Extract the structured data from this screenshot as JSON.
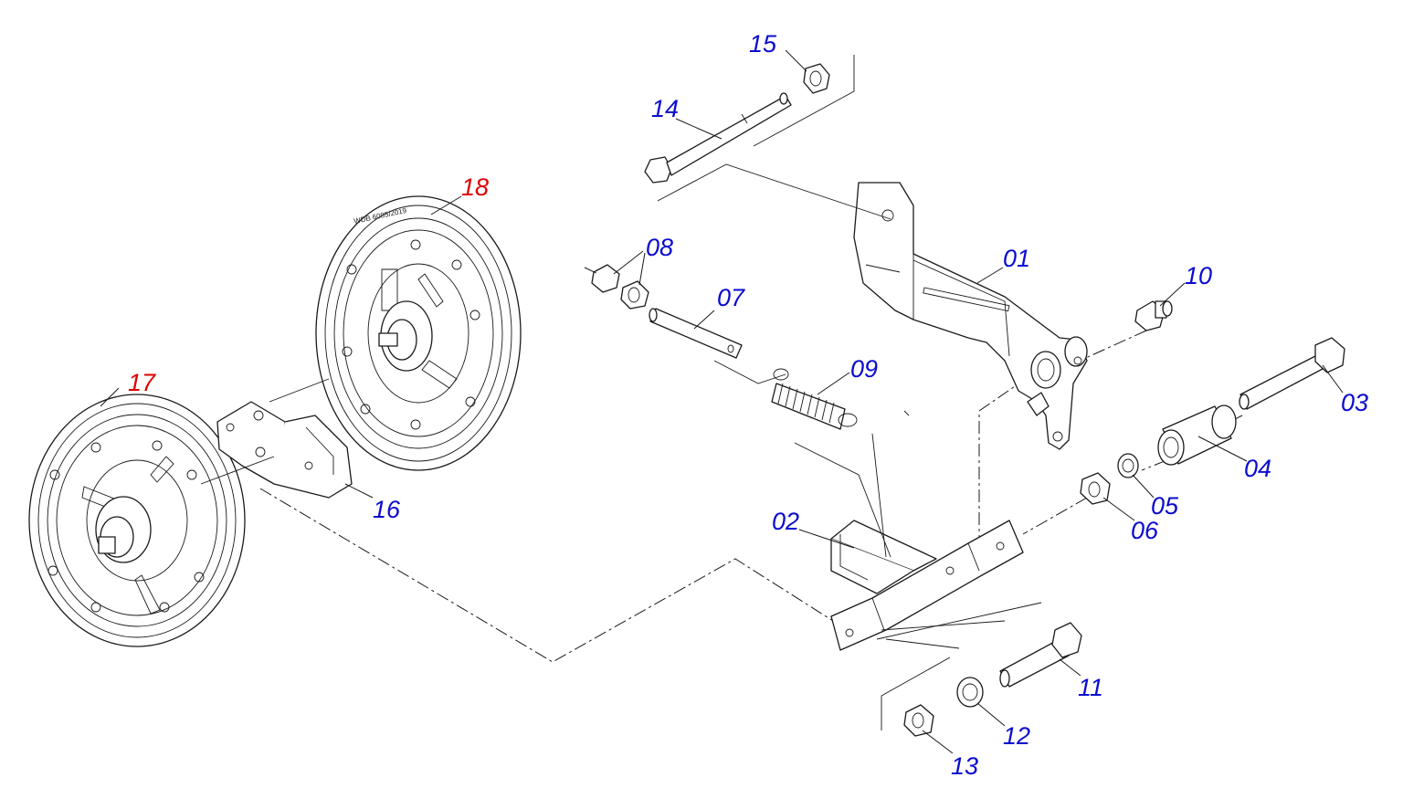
{
  "colors": {
    "label_blue": "#0b0bd0",
    "label_red": "#e00000",
    "line": "#1a1a1a"
  },
  "wheel_marking": "WDB 6085/2019",
  "parts": [
    {
      "id": "01",
      "color": "blue"
    },
    {
      "id": "02",
      "color": "blue"
    },
    {
      "id": "03",
      "color": "blue"
    },
    {
      "id": "04",
      "color": "blue"
    },
    {
      "id": "05",
      "color": "blue"
    },
    {
      "id": "06",
      "color": "blue"
    },
    {
      "id": "07",
      "color": "blue"
    },
    {
      "id": "08",
      "color": "blue"
    },
    {
      "id": "09",
      "color": "blue"
    },
    {
      "id": "10",
      "color": "blue"
    },
    {
      "id": "11",
      "color": "blue"
    },
    {
      "id": "12",
      "color": "blue"
    },
    {
      "id": "13",
      "color": "blue"
    },
    {
      "id": "14",
      "color": "blue"
    },
    {
      "id": "15",
      "color": "blue"
    },
    {
      "id": "16",
      "color": "blue"
    },
    {
      "id": "17",
      "color": "red"
    },
    {
      "id": "18",
      "color": "red"
    }
  ]
}
